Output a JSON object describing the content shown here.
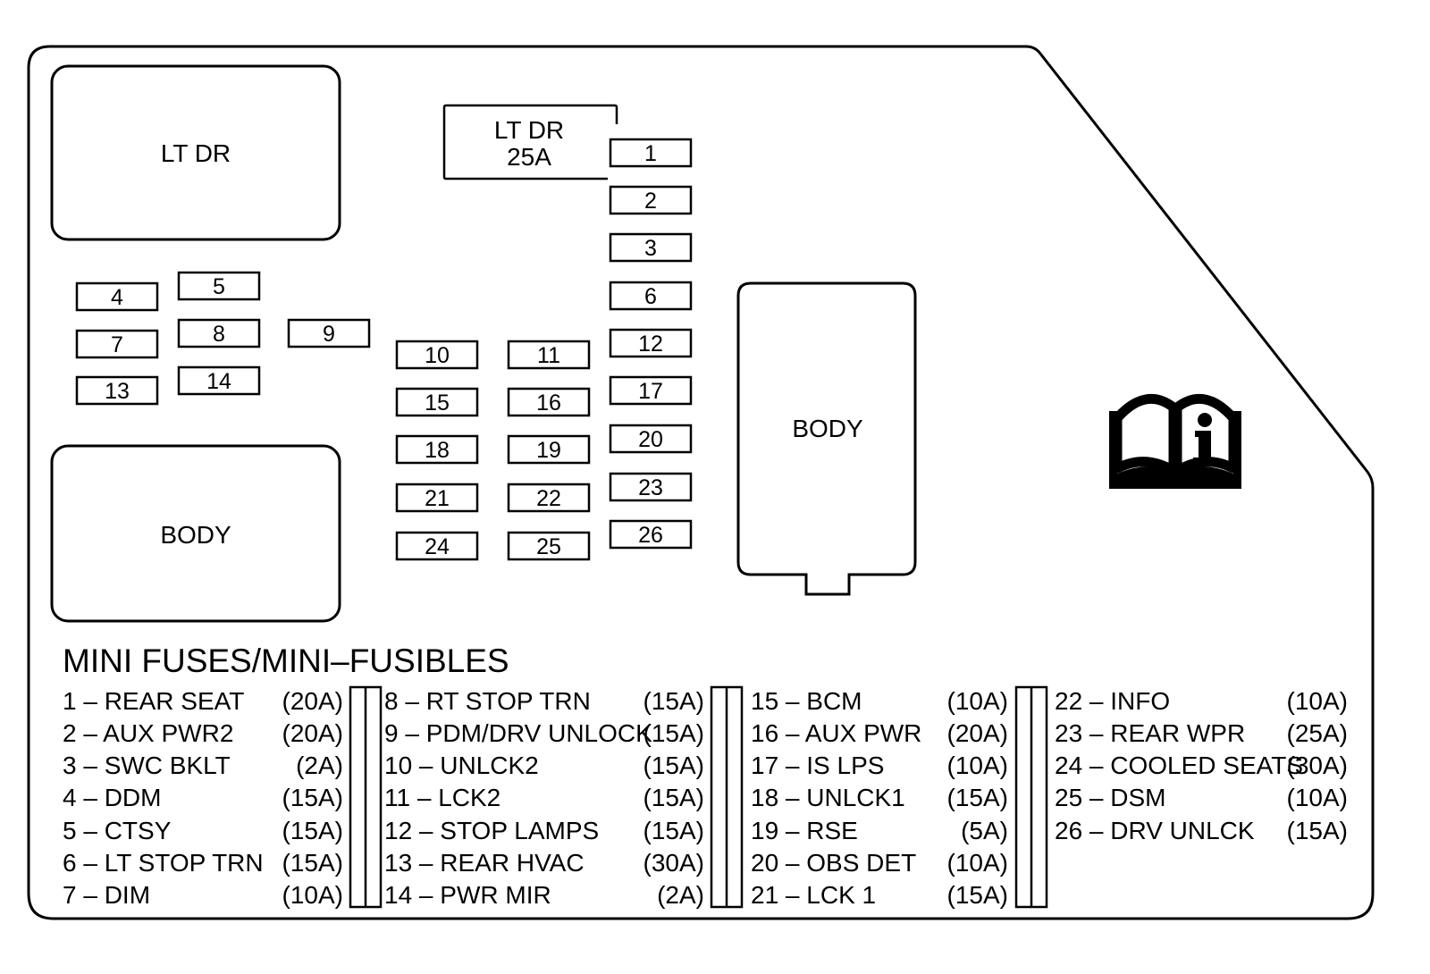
{
  "relay_labels": {
    "lt_dr_top_left": "LT DR",
    "body_bottom_left": "BODY",
    "body_center": "BODY",
    "lt_dr_breaker_name": "LT DR",
    "lt_dr_breaker_rating": "25A"
  },
  "fuse_numbers": [
    "1",
    "2",
    "3",
    "4",
    "5",
    "6",
    "7",
    "8",
    "9",
    "10",
    "11",
    "12",
    "13",
    "14",
    "15",
    "16",
    "17",
    "18",
    "19",
    "20",
    "21",
    "22",
    "23",
    "24",
    "25",
    "26"
  ],
  "icon": "owner-manual-info-icon",
  "legend": {
    "title": "MINI FUSES/MINI–FUSIBLES",
    "columns": [
      [
        {
          "label": "1 – REAR SEAT",
          "rating": "(20A)"
        },
        {
          "label": "2 – AUX PWR2",
          "rating": "(20A)"
        },
        {
          "label": "3 – SWC BKLT",
          "rating": "(2A)"
        },
        {
          "label": "4 – DDM",
          "rating": "(15A)"
        },
        {
          "label": "5 – CTSY",
          "rating": "(15A)"
        },
        {
          "label": "6 – LT STOP TRN",
          "rating": "(15A)"
        },
        {
          "label": "7 – DIM",
          "rating": "(10A)"
        }
      ],
      [
        {
          "label": "8 – RT STOP TRN",
          "rating": "(15A)"
        },
        {
          "label": "9 – PDM/DRV UNLOCK",
          "rating": "(15A)"
        },
        {
          "label": "10 – UNLCK2",
          "rating": "(15A)"
        },
        {
          "label": "11 – LCK2",
          "rating": "(15A)"
        },
        {
          "label": "12 – STOP LAMPS",
          "rating": "(15A)"
        },
        {
          "label": "13 – REAR HVAC",
          "rating": "(30A)"
        },
        {
          "label": "14 – PWR MIR",
          "rating": "(2A)"
        }
      ],
      [
        {
          "label": "15 – BCM",
          "rating": "(10A)"
        },
        {
          "label": "16 – AUX PWR",
          "rating": "(20A)"
        },
        {
          "label": "17 – IS LPS",
          "rating": "(10A)"
        },
        {
          "label": "18 – UNLCK1",
          "rating": "(15A)"
        },
        {
          "label": "19 – RSE",
          "rating": "(5A)"
        },
        {
          "label": "20 – OBS DET",
          "rating": "(10A)"
        },
        {
          "label": "21 – LCK 1",
          "rating": "(15A)"
        }
      ],
      [
        {
          "label": "22 – INFO",
          "rating": "(10A)"
        },
        {
          "label": "23 – REAR WPR",
          "rating": "(25A)"
        },
        {
          "label": "24 – COOLED SEATS",
          "rating": "(30A)"
        },
        {
          "label": "25 – DSM",
          "rating": "(10A)"
        },
        {
          "label": "26 – DRV UNLCK",
          "rating": "(15A)"
        }
      ]
    ]
  },
  "colors": {
    "line": "#000000",
    "background": "#ffffff"
  }
}
